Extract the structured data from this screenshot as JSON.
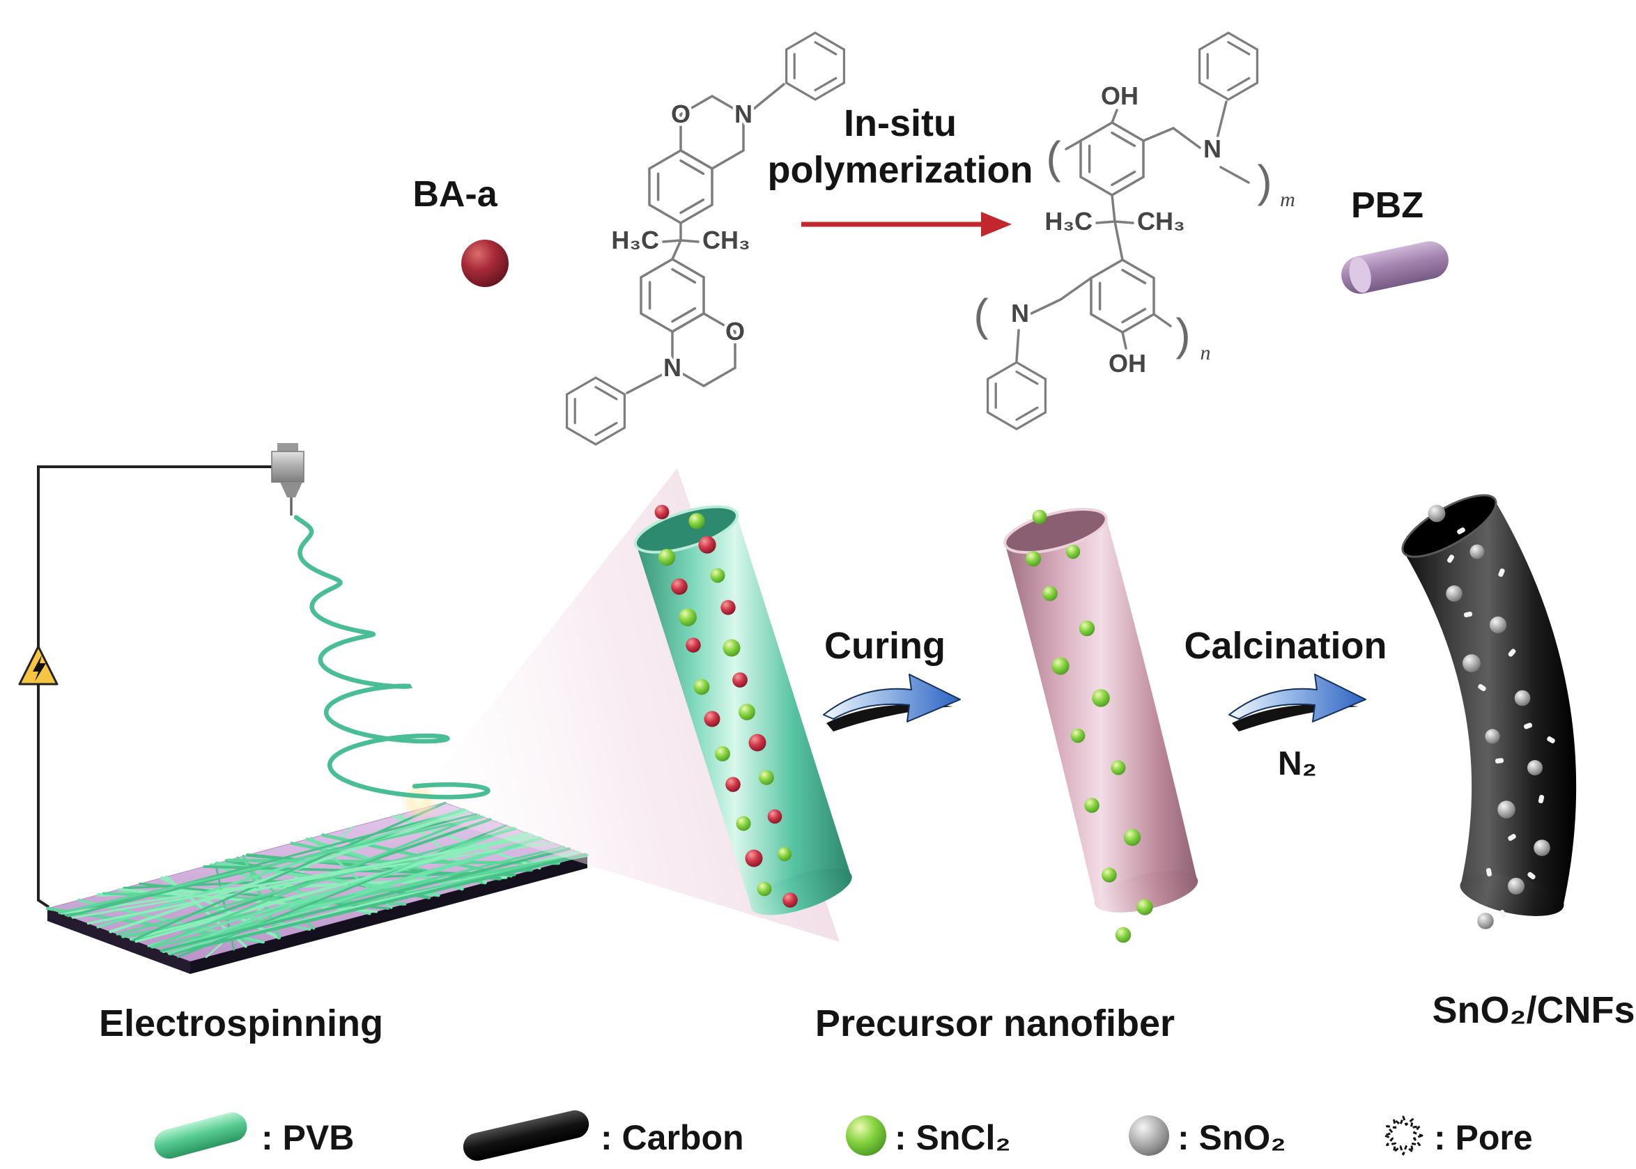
{
  "reaction": {
    "reactant_label": "BA-a",
    "product_label": "PBZ",
    "arrow_line1": "In-situ",
    "arrow_line2": "polymerization"
  },
  "monomer": {
    "o_top": "O",
    "n_top": "N",
    "h3c": "H₃C",
    "ch3": "CH₃",
    "o_bottom": "O",
    "n_bottom": "N"
  },
  "polymer": {
    "oh_top": "OH",
    "n_top": "N",
    "h3c": "H₃C",
    "ch3": "CH₃",
    "n_bottom": "N",
    "oh_bottom": "OH",
    "bracket_open_top": "(",
    "bracket_close_top": ")",
    "sub_m": "m",
    "bracket_open_bottom": "(",
    "bracket_close_bottom": ")",
    "sub_n": "n"
  },
  "process": {
    "step1_label": "Electrospinning",
    "arrow1_label": "Curing",
    "step2_label": "Precursor nanofiber",
    "arrow2_label": "Calcination",
    "arrow2_atmosphere": "N₂",
    "step3_label": "SnO₂/CNFs"
  },
  "legend": {
    "items": [
      {
        "symbol": "pvb-fiber-cylinder",
        "label": ": PVB"
      },
      {
        "symbol": "carbon-fiber-cylinder",
        "label": ": Carbon"
      },
      {
        "symbol": "sncl2-particle-sphere",
        "label": ": SnCl₂"
      },
      {
        "symbol": "sno2-particle-sphere",
        "label": ": SnO₂"
      },
      {
        "symbol": "pore-burst",
        "label": ": Pore"
      }
    ]
  },
  "colors": {
    "pvb_green": "#57cb92",
    "precursor_pink": "#d9aebf",
    "carbon_black": "#121212",
    "sncl2_green": "#84d23f",
    "sno2_gray": "#ababab",
    "baa_red": "#a92b3a",
    "pbz_purple": "#a283ae",
    "process_arrow_blue": "#2d63c2",
    "reaction_arrow_red": "#c1272d",
    "substrate_purple": "#bb95c9"
  }
}
